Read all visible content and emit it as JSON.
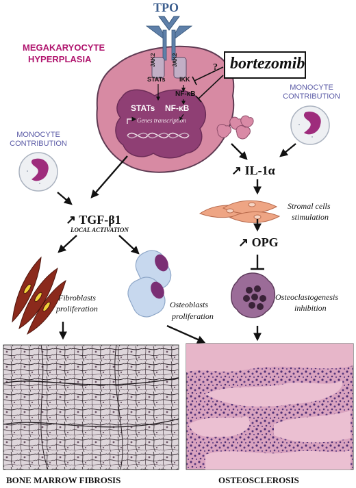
{
  "receptor": {
    "ligand": "TPO",
    "jak_left": "JAK2",
    "jak_right": "JAK2"
  },
  "megakaryocyte": {
    "title_line1": "MEGAKARYOCYTE",
    "title_line2": "HYPERPLASIA",
    "stats_upper": "STATs",
    "ikk": "IKK",
    "nfkb_upper": "NF-κB",
    "stats_nucleus": "STATs",
    "nfkb_nucleus": "NF-κB",
    "genes": "Genes transcription"
  },
  "drug": {
    "name": "bortezomib",
    "question": "?"
  },
  "monocyte_left": {
    "line1": "MONOCYTE",
    "line2": "CONTRIBUTION"
  },
  "monocyte_right": {
    "line1": "MONOCYTE",
    "line2": "CONTRIBUTION"
  },
  "il1a": "IL-1α",
  "stromal": {
    "line1": "Stromal cells",
    "line2": "stimulation"
  },
  "opg": "OPG",
  "osteoclast": {
    "line1": "Osteoclastogenesis",
    "line2": "inhibition"
  },
  "tgf": {
    "title": "TGF-β1",
    "sub": "LOCAL ACTIVATION"
  },
  "fibro": {
    "line1": "Fibroblasts",
    "line2": "proliferation"
  },
  "osteo": {
    "line1": "Osteoblasts",
    "line2": "proliferation"
  },
  "outcome_left": "BONE MARROW FIBROSIS",
  "outcome_right": "OSTEOSCLEROSIS",
  "colors": {
    "cell_body": "#d78aa3",
    "nucleus": "#8f3f74",
    "receptor": "#4d6f96",
    "title_magenta": "#b0156e",
    "monocyte_text": "#5a5aa6",
    "fibroblast": "#8b2a1c",
    "osteoblast": "#c7d8ee",
    "stromal": "#e8a07e",
    "osteoclast": "#8e5a8c",
    "histology_pink": "#e7b6c9"
  }
}
